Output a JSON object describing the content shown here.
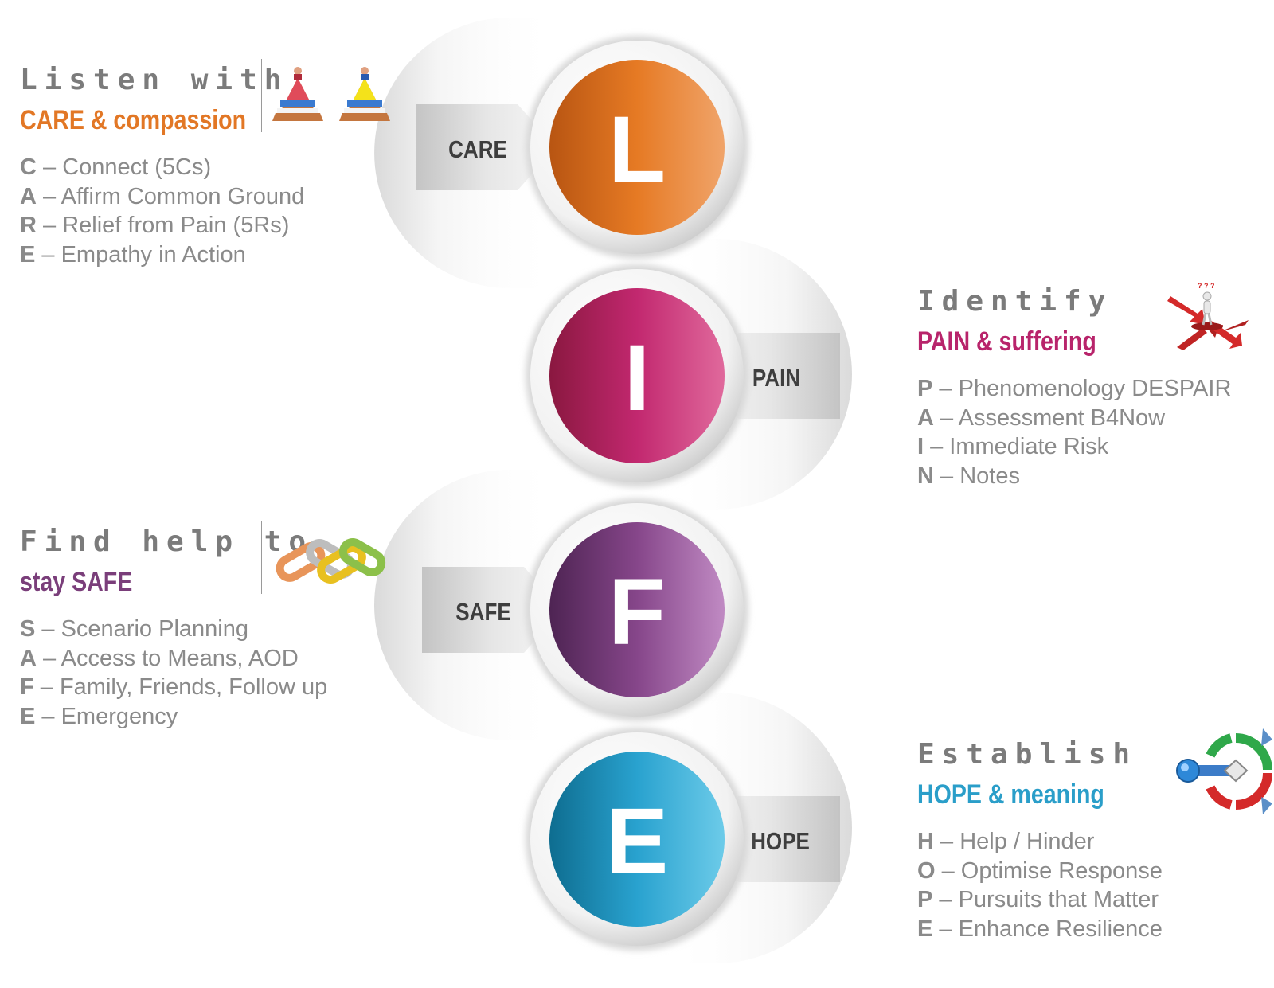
{
  "sections": [
    {
      "id": "L",
      "heading_line1": "Listen with",
      "heading_line2": "CARE & compassion",
      "color": "#e27725",
      "badge": "CARE",
      "icon": "pyramid-people-icon",
      "items": [
        {
          "letter": "C",
          "text": " – Connect (5Cs)"
        },
        {
          "letter": "A",
          "text": " – Affirm Common Ground"
        },
        {
          "letter": "R",
          "text": " – Relief from Pain (5Rs)"
        },
        {
          "letter": "E",
          "text": " – Empathy in Action"
        }
      ]
    },
    {
      "id": "I",
      "heading_line1": "Identify",
      "heading_line2": "PAIN & suffering",
      "color": "#b8246b",
      "badge": "PAIN",
      "icon": "crossroads-arrows-icon",
      "items": [
        {
          "letter": "P",
          "text": " – Phenomenology  DESPAIR"
        },
        {
          "letter": "A",
          "text": " – Assessment B4Now"
        },
        {
          "letter": "I",
          "text": " – Immediate Risk"
        },
        {
          "letter": "N",
          "text": " – Notes"
        }
      ]
    },
    {
      "id": "F",
      "heading_line1": "Find help to",
      "heading_line2": "stay SAFE",
      "color": "#7a3e7a",
      "badge": "SAFE",
      "icon": "interlocking-links-icon",
      "items": [
        {
          "letter": "S",
          "text": " – Scenario Planning"
        },
        {
          "letter": "A",
          "text": " – Access to Means, AOD"
        },
        {
          "letter": "F",
          "text": " – Family, Friends, Follow up"
        },
        {
          "letter": "E",
          "text": " – Emergency"
        }
      ]
    },
    {
      "id": "E",
      "heading_line1": "Establish",
      "heading_line2": "HOPE & meaning",
      "color": "#2a9ec9",
      "badge": "HOPE",
      "icon": "cycle-arrows-icon",
      "items": [
        {
          "letter": "H",
          "text": " – Help / Hinder"
        },
        {
          "letter": "O",
          "text": " – Optimise Response"
        },
        {
          "letter": "P",
          "text": " – Pursuits that Matter"
        },
        {
          "letter": "E",
          "text": " – Enhance Resilience"
        }
      ]
    }
  ]
}
